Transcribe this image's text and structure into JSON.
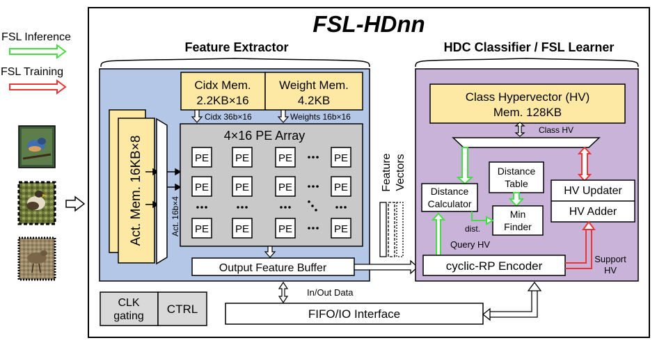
{
  "title": "FSL-HDnn",
  "legend": {
    "inference_label": "FSL Inference",
    "training_label": "FSL Training",
    "inference_color": "#44dd44",
    "training_color": "#ee3333"
  },
  "input_images": [
    "bird-photo-1",
    "bird-photo-2",
    "bird-photo-3"
  ],
  "feature_extractor": {
    "title": "Feature Extractor",
    "bg_color": "#b4c7e7",
    "memory_color": "#fde9a4",
    "act_mem": "Act. Mem. 16KB×8",
    "act_bus": "Act. 16b×4",
    "cidx_mem_line1": "Cidx Mem.",
    "cidx_mem_line2": "2.2KB×16",
    "weight_mem_line1": "Weight Mem.",
    "weight_mem_line2": "4.2KB",
    "cidx_bus": "Cidx 36b×16",
    "weights_bus": "Weights 16b×16",
    "pe_array_title": "4×16 PE Array",
    "pe_label": "PE",
    "output_buffer": "Output Feature Buffer"
  },
  "feature_vectors_line1": "Feature",
  "feature_vectors_line2": "Vectors",
  "hdc": {
    "title": "HDC Classifier / FSL Learner",
    "bg_color": "#c9b3d9",
    "class_hv_mem_line1": "Class Hypervector (HV)",
    "class_hv_mem_line2": "Mem. 128KB",
    "class_hv_bus": "Class HV",
    "distance_table_line1": "Distance",
    "distance_table_line2": "Table",
    "distance_calc_line1": "Distance",
    "distance_calc_line2": "Calculator",
    "min_finder_line1": "Min",
    "min_finder_line2": "Finder",
    "dist_label": "dist.",
    "hv_updater": "HV Updater",
    "hv_adder": "HV Adder",
    "query_hv": "Query HV",
    "encoder": "cyclic-RP Encoder",
    "support_hv_line1": "Support",
    "support_hv_line2": "HV"
  },
  "clk_gating_line1": "CLK",
  "clk_gating_line2": "gating",
  "ctrl": "CTRL",
  "inout_data": "In/Out Data",
  "fifo": "FIFO/IO Interface"
}
